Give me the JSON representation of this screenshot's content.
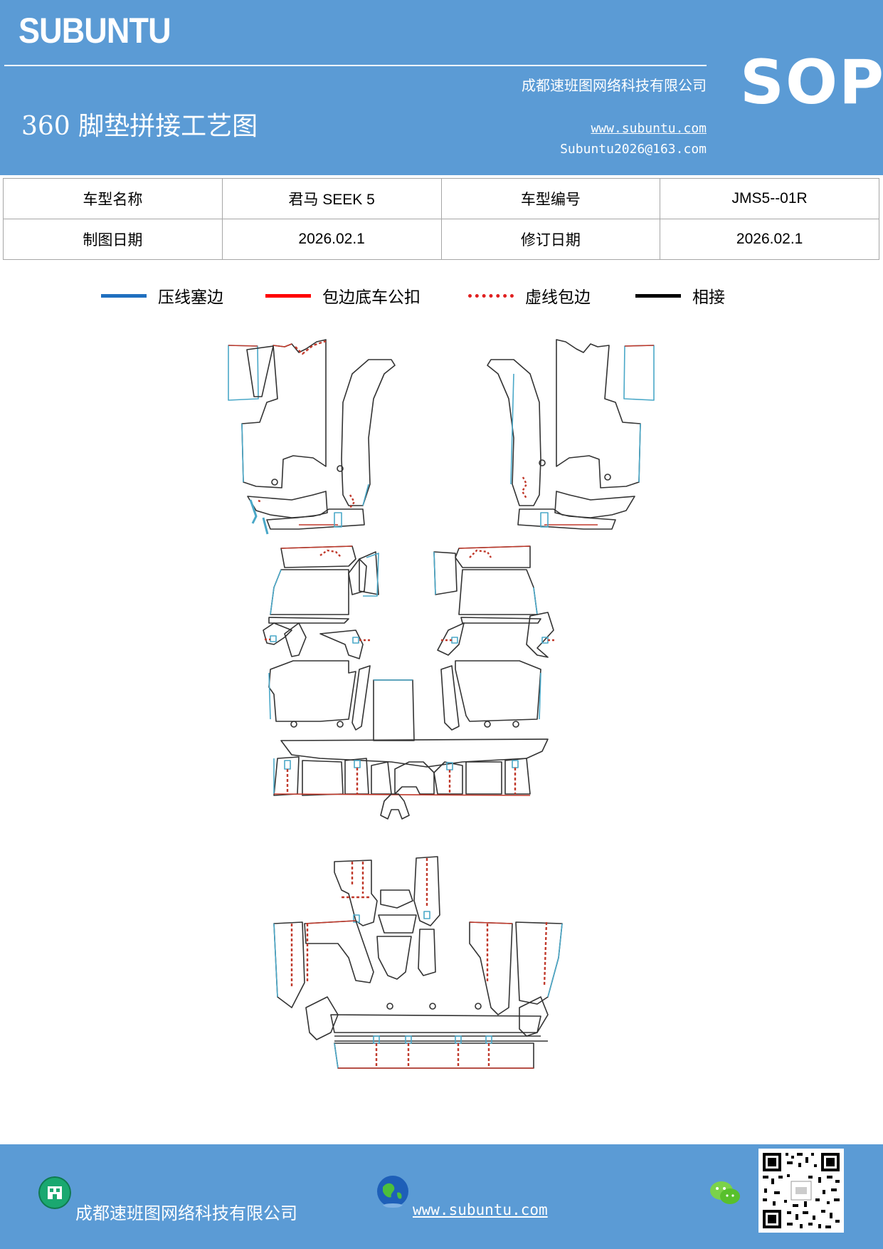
{
  "header": {
    "brand": "SUBUNTU",
    "company": "成都速班图网络科技有限公司",
    "title": "360 脚垫拼接工艺图",
    "website": "www.subuntu.com",
    "email": "Subuntu2026@163.com",
    "doc_type": "SOP"
  },
  "info": {
    "model_name_label": "车型名称",
    "model_name_value": "君马 SEEK 5",
    "model_code_label": "车型编号",
    "model_code_value": "JMS5--01R",
    "draw_date_label": "制图日期",
    "draw_date_value": "2026.02.1",
    "revise_date_label": "修订日期",
    "revise_date_value": "2026.02.1"
  },
  "legend": [
    {
      "label": "压线塞边",
      "color": "#1f6fbf",
      "style": "solid"
    },
    {
      "label": "包边底车公扣",
      "color": "#ff0000",
      "style": "solid"
    },
    {
      "label": "虚线包边",
      "color": "#e02020",
      "style": "dotted"
    },
    {
      "label": "相接",
      "color": "#000000",
      "style": "solid"
    }
  ],
  "footer": {
    "company": "成都速班图网络科技有限公司",
    "website": "www.subuntu.com "
  },
  "colors": {
    "brand_blue": "#5b9bd5",
    "outline_black": "#333333",
    "outline_cyan": "#4aa8c8",
    "edge_red": "#c0392b"
  },
  "icons": [
    "building-icon",
    "globe-icon",
    "wechat-icon",
    "qr-code"
  ]
}
